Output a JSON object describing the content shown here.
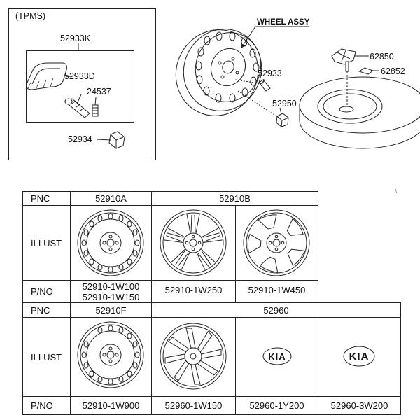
{
  "upper_diagram": {
    "tpms_title": "(TPMS)",
    "wheel_assy_label": "WHEEL ASSY",
    "parts": {
      "p52933K": "52933K",
      "p52933D": "52933D",
      "p24537": "24537",
      "p52934": "52934",
      "p52933": "52933",
      "p52950": "52950",
      "p62850": "62850",
      "p62852": "62852"
    }
  },
  "parts_table": {
    "row_labels": {
      "pnc": "PNC",
      "illust": "ILLUST",
      "pno": "P/NO"
    },
    "top": {
      "pnc_a": "52910A",
      "pnc_b": "52910B",
      "pno_a_1": "52910-1W100",
      "pno_a_2": "52910-1W150",
      "pno_b_1": "52910-1W250",
      "pno_b_2": "52910-1W450"
    },
    "bottom": {
      "pnc_f": "52910F",
      "pnc_cap": "52960",
      "pno_f": "52910-1W900",
      "pno_c1": "52960-1W150",
      "pno_c2": "52960-1Y200",
      "pno_c3": "52960-3W200"
    },
    "emblem_text": "KIA"
  }
}
